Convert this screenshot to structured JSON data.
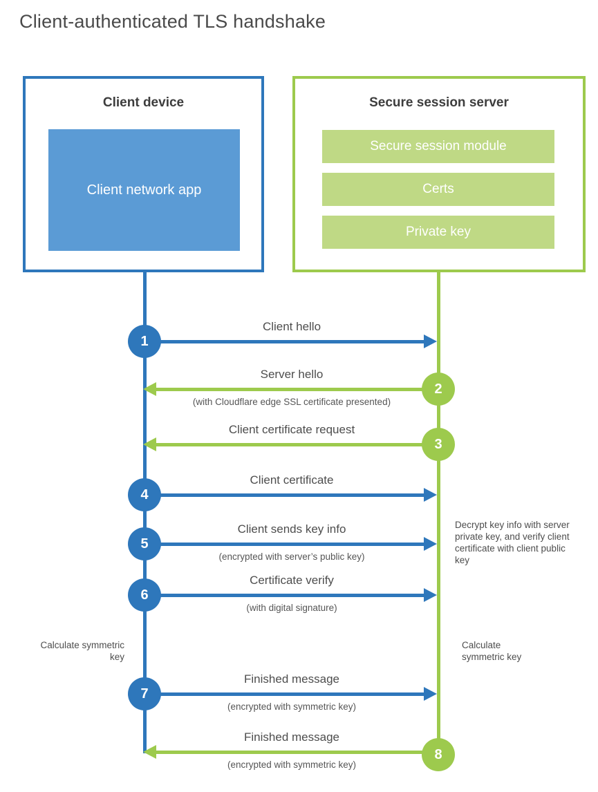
{
  "title": "Client-authenticated TLS handshake",
  "colors": {
    "blue": "#2e77bb",
    "blue_fill": "#5b9bd5",
    "green": "#9dca4d",
    "green_fill": "#bfd985",
    "text": "#4d4d4d"
  },
  "client": {
    "heading": "Client device",
    "app_label": "Client network app"
  },
  "server": {
    "heading": "Secure session server",
    "modules": [
      "Secure session module",
      "Certs",
      "Private key"
    ]
  },
  "steps": [
    {
      "num": "1",
      "label": "Client hello",
      "subtitle": "",
      "direction": "right",
      "color": "blue"
    },
    {
      "num": "2",
      "label": "Server hello",
      "subtitle": "(with Cloudflare edge SSL certificate presented)",
      "direction": "left",
      "color": "green"
    },
    {
      "num": "3",
      "label": "Client certificate request",
      "subtitle": "",
      "direction": "left",
      "color": "green"
    },
    {
      "num": "4",
      "label": "Client certificate",
      "subtitle": "",
      "direction": "right",
      "color": "blue"
    },
    {
      "num": "5",
      "label": "Client sends key info",
      "subtitle": "(encrypted with server’s public key)",
      "direction": "right",
      "color": "blue"
    },
    {
      "num": "6",
      "label": "Certificate verify",
      "subtitle": "(with digital signature)",
      "direction": "right",
      "color": "blue"
    },
    {
      "num": "7",
      "label": "Finished message",
      "subtitle": "(encrypted with symmetric key)",
      "direction": "right",
      "color": "blue"
    },
    {
      "num": "8",
      "label": "Finished message",
      "subtitle": "(encrypted with symmetric key)",
      "direction": "left",
      "color": "green"
    }
  ],
  "notes": {
    "calc_left": "Calculate symmetric key",
    "calc_right": "Calculate symmetric key",
    "decrypt": "Decrypt key info with server private key, and verify client certificate with client public key"
  }
}
